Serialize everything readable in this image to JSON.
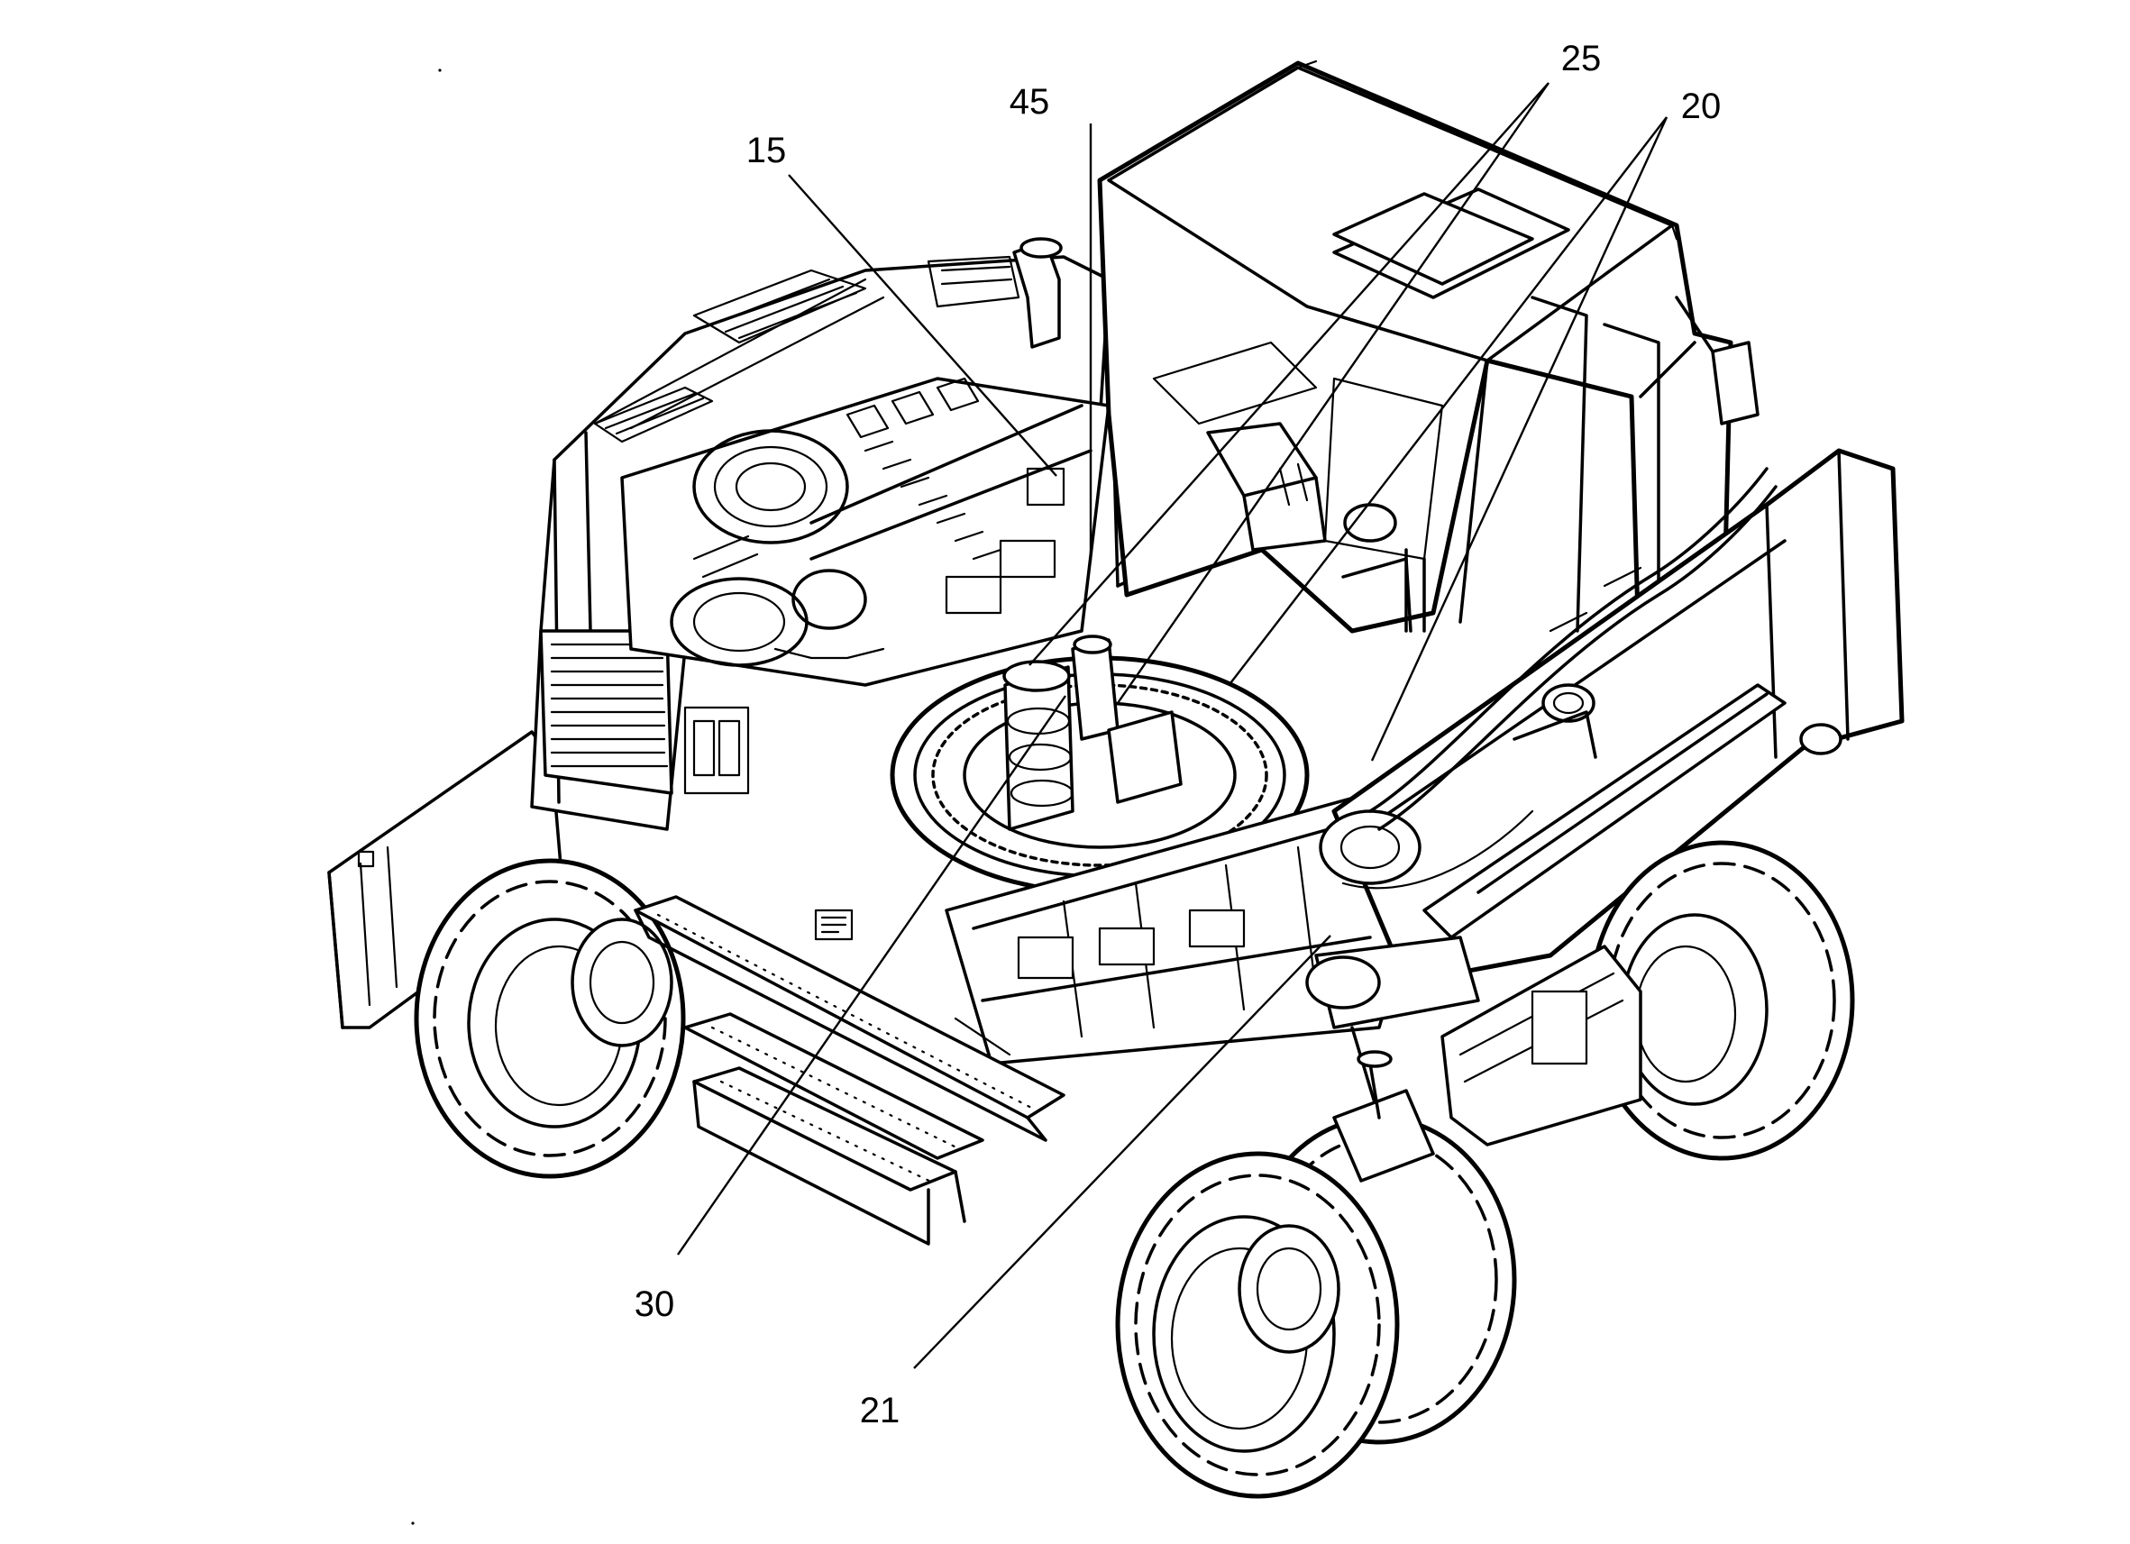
{
  "diagram": {
    "colors": {
      "ink": "#000000",
      "background": "#ffffff"
    },
    "callouts": [
      {
        "id": "c15",
        "label": "15"
      },
      {
        "id": "c45",
        "label": "45"
      },
      {
        "id": "c25",
        "label": "25"
      },
      {
        "id": "c20",
        "label": "20"
      },
      {
        "id": "c30",
        "label": "30"
      },
      {
        "id": "c21",
        "label": "21"
      }
    ]
  }
}
